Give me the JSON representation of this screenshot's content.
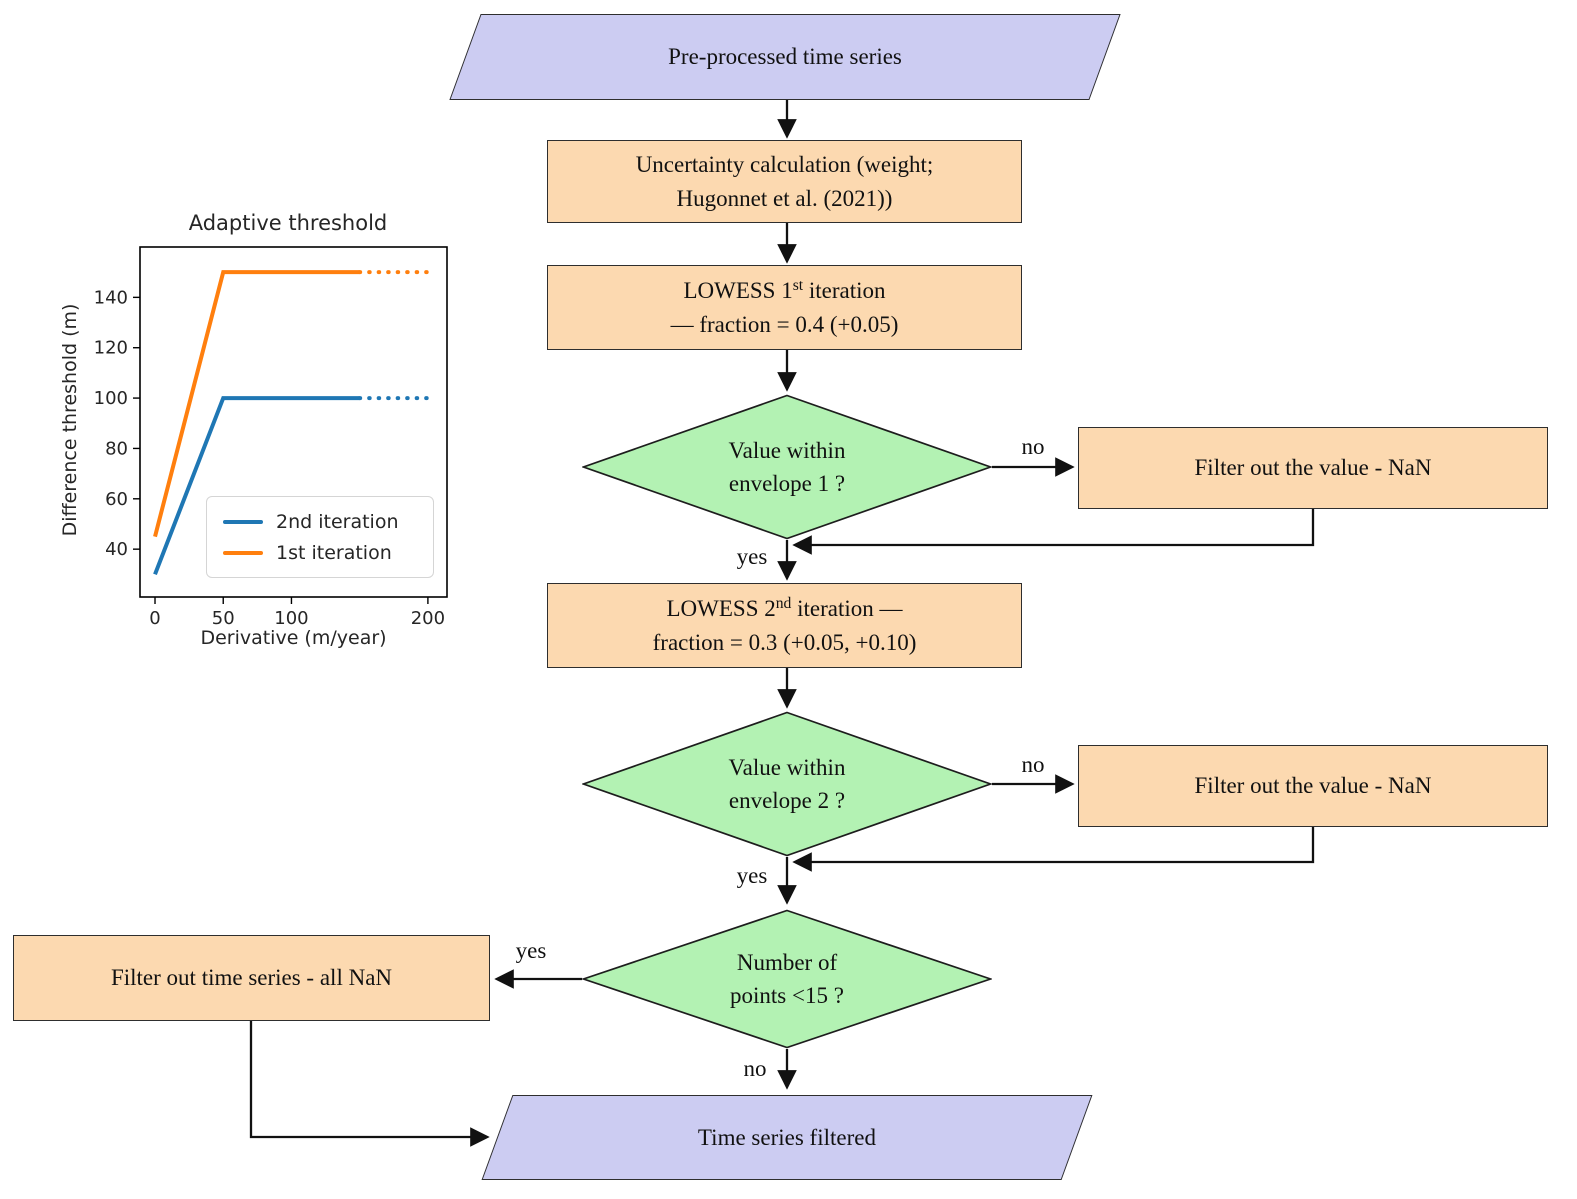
{
  "flowchart": {
    "nodes": {
      "start": {
        "label": "Pre-processed time series"
      },
      "uncertainty": {
        "line1": "Uncertainty calculation (weight;",
        "line2": "Hugonnet et al. (2021))"
      },
      "lowess1": {
        "l1_pre": "LOWESS 1",
        "l1_sup": "st",
        "l1_post": " iteration",
        "line2": "— fraction = 0.4 (+0.05)"
      },
      "decision1": {
        "line1": "Value within",
        "line2": "envelope 1 ?"
      },
      "filter_value_1": {
        "label": "Filter out the value - NaN"
      },
      "lowess2": {
        "l1_pre": "LOWESS 2",
        "l1_sup": "nd",
        "l1_post": " iteration —",
        "line2": "fraction = 0.3 (+0.05, +0.10)"
      },
      "decision2": {
        "line1": "Value within",
        "line2": "envelope 2 ?"
      },
      "filter_value_2": {
        "label": "Filter out the value - NaN"
      },
      "decision3": {
        "line1": "Number of",
        "line2": "points <15 ?"
      },
      "filter_series": {
        "label": "Filter out time series - all NaN"
      },
      "end": {
        "label": "Time series filtered"
      }
    },
    "edge_labels": {
      "no1": "no",
      "yes1": "yes",
      "no2": "no",
      "yes2": "yes",
      "yes3": "yes",
      "no3": "no"
    },
    "colors": {
      "process_fill": "#fcd9b0",
      "decision_fill": "#b3f2b3",
      "terminal_fill": "#ccccf2",
      "edge": "#111111"
    }
  },
  "chart_data": {
    "type": "line",
    "title": "Adaptive threshold",
    "xlabel": "Derivative (m/year)",
    "ylabel": "Difference threshold (m)",
    "xlim": [
      -11,
      214
    ],
    "ylim": [
      21,
      160
    ],
    "xticks": [
      0,
      50,
      100,
      200
    ],
    "yticks": [
      40,
      60,
      80,
      100,
      120,
      140
    ],
    "grid": false,
    "legend_position": "lower right",
    "series": [
      {
        "name": "2nd iteration",
        "color": "#1f77b4",
        "solid": [
          [
            0,
            30
          ],
          [
            50,
            100
          ],
          [
            150,
            100
          ]
        ],
        "dotted": [
          [
            150,
            100
          ],
          [
            205,
            100
          ]
        ]
      },
      {
        "name": "1st iteration",
        "color": "#ff7f0e",
        "solid": [
          [
            0,
            45
          ],
          [
            50,
            150
          ],
          [
            150,
            150
          ]
        ],
        "dotted": [
          [
            150,
            150
          ],
          [
            205,
            150
          ]
        ]
      }
    ]
  }
}
